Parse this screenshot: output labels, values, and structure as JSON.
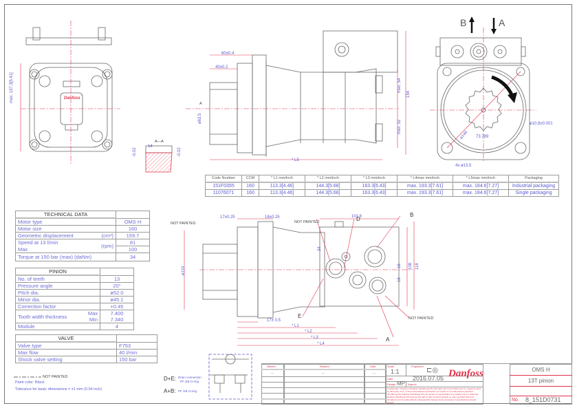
{
  "drawing": {
    "direction_labels": {
      "b": "B",
      "a": "A"
    },
    "section_label": "A—A",
    "section_width": "14",
    "section_tol_left": "-0.02",
    "section_tol_right": "-0.02",
    "front_view": {
      "height_dim": "max. 137.3[5.41]",
      "logo": "Danfoss"
    },
    "side_view": {
      "dim_60": "60±0.4",
      "dim_40": "40±0.2",
      "dia_shaft": "ø63.5",
      "dim_total": "154",
      "max_54": "max. 54",
      "max_52": "max. 52",
      "section_marker": "A",
      "length_marker": "* L5"
    },
    "end_view": {
      "dia_146": "ø146",
      "pos_dim": "73.789",
      "hole_dia": "ø10.8±0.001",
      "bolt_holes": "4x ø13.5"
    },
    "lower_view": {
      "not_painted_1": "NOT PAINTED",
      "not_painted_2": "NOT PAINTED",
      "not_painted_3": "NOT PAINTED",
      "dim_17_top": "17±0.25",
      "dim_18_top": "18±0.25",
      "dim_17_bottom": "17± 0.5",
      "dim_101": "101.6",
      "dim_34": "34",
      "dim_16a": "16",
      "dim_16b": "16",
      "dim_108": "108",
      "dim_118": "118",
      "dia_110": "ø110",
      "port_d": "D",
      "port_b": "B",
      "port_e": "E",
      "port_a": "A",
      "l1": "* L1",
      "l2": "* L2",
      "l3": "* L3",
      "l4": "* L4"
    }
  },
  "code_table": {
    "headers": [
      "Code Number",
      "CCM",
      "* L1 mm/inch",
      "* L2 mm/inch",
      "* L3 mm/inch",
      "* L4max mm/inch",
      "* L5max mm/inch",
      "Packaging"
    ],
    "rows": [
      [
        "151F0355",
        "160",
        "113.3[4.46]",
        "144.3[5.68]",
        "163.3[6.43]",
        "max. 193.3[7.61]",
        "max. 184.6[7.27]",
        "Industrial packaging"
      ],
      [
        "11076071",
        "160",
        "113.3[4.46]",
        "144.3[5.68]",
        "163.3[6.43]",
        "max. 193.3[7.61]",
        "max. 184.6[7.27]",
        "Single packaging"
      ]
    ]
  },
  "technical_data": {
    "title": "TECHNICAL DATA",
    "rows": [
      {
        "label": "Motor type",
        "value": "OMS H"
      },
      {
        "label": "Motor size",
        "value": "160"
      },
      {
        "label": "Geometric displacement",
        "unit": "(cm³)",
        "value": "159.7"
      },
      {
        "label": "Speed at 13 l/min",
        "unit": "(rpm)",
        "value": "81"
      },
      {
        "label": "Max",
        "value": "100"
      },
      {
        "label": "Torque at 150 bar (max) (daNm)",
        "value": "34"
      }
    ]
  },
  "pinion": {
    "title": "PINION",
    "rows": [
      {
        "label": "No. of teeth",
        "value": "13"
      },
      {
        "label": "Pressure angle",
        "value": "20°"
      },
      {
        "label": "Pitch dia.",
        "value": "ø52.0"
      },
      {
        "label": "Minor dia.",
        "value": "ø45.1"
      },
      {
        "label": "Correction factor",
        "value": "+0.45"
      },
      {
        "label": "Tooth width thickness",
        "max_label": "Max",
        "min_label": "Min",
        "max_value": "7.400",
        "min_value": "7.340"
      },
      {
        "label": "Module",
        "value": "4"
      }
    ]
  },
  "valve": {
    "title": "VALVE",
    "rows": [
      {
        "label": "Valve type",
        "value": "F753"
      },
      {
        "label": "Max flow",
        "value": "40 l/min"
      },
      {
        "label": "Shock valve setting",
        "value": "150 bar"
      }
    ]
  },
  "notes": {
    "not_painted": "NOT PAINTED",
    "paint_color": "Paint color: Black",
    "tolerance": "Tolerance for basic dimensions = ±1 mm (0.04 inch)",
    "de_label": "D+E:",
    "de_text_1": "Drain connection",
    "de_text_2": "PF 3/8 O-ring",
    "ab_label": "A+B:",
    "ab_text": "PF 3/8 O-ring"
  },
  "title_block": {
    "rev_headers": {
      "altered": "Altered",
      "reason": "Reason",
      "date": "Date"
    },
    "rev_row": {
      "altered": "—",
      "reason": "—",
      "date": "—"
    },
    "scale_label": "Scale",
    "scale": "1:1",
    "projection_label": "Projection",
    "date_label": "Date",
    "date": "2016.07.05",
    "design_label": "Design",
    "design": "MP",
    "approv_label": "Approv.",
    "confidential": "Confidential - Property of Danfoss (Nordborg) A/S, Denmark. Not to be handed over to, copied or used by third party. Two- or three-dimensional reproduction of contents is not authorised by Danfoss (Nordborg) A/S. Danfoss (Nordborg) A/S can accept no responsibility for possible errors in drawings. Danfoss (Nordborg) A/S reserves the right to alter products already on order provided that such alterations can be made without subsequential changes being necessary in specifications already agreed.",
    "logo": "Danfoss",
    "product": "OMS H",
    "description": "13T pinion",
    "no_label": "No.",
    "number": "8_151D0731"
  },
  "colors": {
    "red": "#e0304a",
    "blue": "#5a5ad0",
    "line": "#555555"
  }
}
